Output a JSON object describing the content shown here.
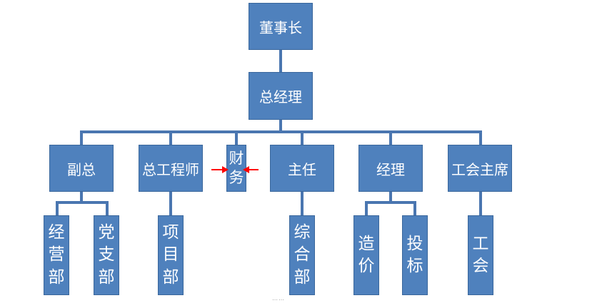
{
  "chairman": "董事长",
  "gm": "总经理",
  "level2": {
    "vice_gm": "副总",
    "chief_engineer": "总工程师",
    "finance": [
      "财",
      "务"
    ],
    "director": "主任",
    "manager": "经理",
    "union_chair": "工会主席"
  },
  "level3": {
    "operations": [
      "经",
      "营",
      "部"
    ],
    "party_branch": [
      "党",
      "支",
      "部"
    ],
    "project": [
      "项",
      "目",
      "部"
    ],
    "general": [
      "综",
      "合",
      "部"
    ],
    "costing": [
      "造",
      "价"
    ],
    "bidding": [
      "投",
      "标"
    ],
    "union": [
      "工",
      "会"
    ]
  },
  "colors": {
    "box": "#4f81bd",
    "connector": "#4a76b0",
    "arrow": "#ff0000"
  }
}
